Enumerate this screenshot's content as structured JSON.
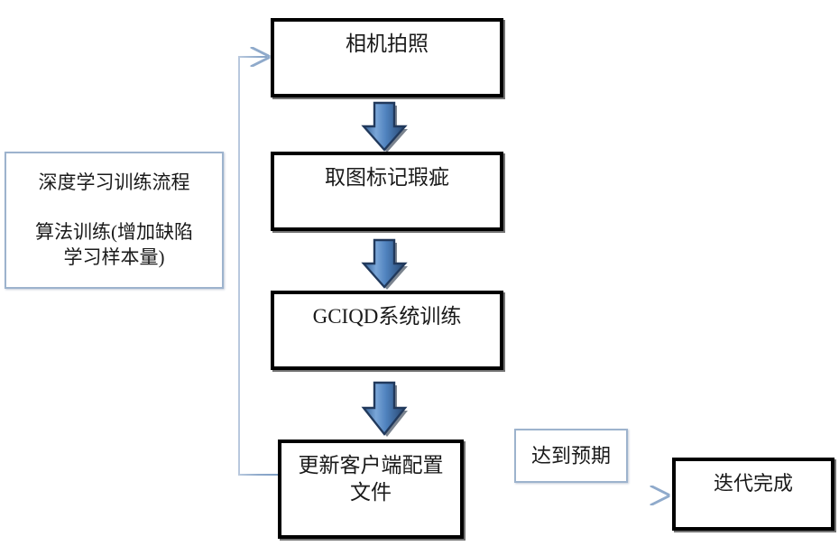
{
  "diagram": {
    "type": "flowchart",
    "title_implicit": "深度学习训练流程",
    "background_color": "#ffffff",
    "accent_arrow_color": "#4a7ebb",
    "connector_line_color": "#8faacb",
    "box_border_color": "#000000",
    "thin_box_border_color": "#9db3cd"
  },
  "info_panel": {
    "line1": "深度学习训练流程",
    "line2": "算法训练(增加缺陷\n学习样本量)"
  },
  "process_steps": [
    {
      "id": "step-camera",
      "label": "相机拍照"
    },
    {
      "id": "step-mark",
      "label": "取图标记瑕疵"
    },
    {
      "id": "step-train",
      "label": "GCIQD系统训练"
    },
    {
      "id": "step-update",
      "label": "更新客户端配置\n文件"
    }
  ],
  "annotations": {
    "expectation_label": "达到预期"
  },
  "terminal": {
    "label": "迭代完成"
  },
  "connectors": [
    {
      "id": "feedback-loop",
      "from": "step-update",
      "to": "step-camera",
      "style": "line-arrow"
    },
    {
      "id": "arrow-1",
      "from": "step-camera",
      "to": "step-mark",
      "style": "block-arrow-down"
    },
    {
      "id": "arrow-2",
      "from": "step-mark",
      "to": "step-train",
      "style": "block-arrow-down"
    },
    {
      "id": "arrow-3",
      "from": "step-train",
      "to": "step-update",
      "style": "block-arrow-down"
    },
    {
      "id": "arrow-4",
      "from": "step-update",
      "to": "terminal",
      "style": "line-arrow"
    }
  ]
}
